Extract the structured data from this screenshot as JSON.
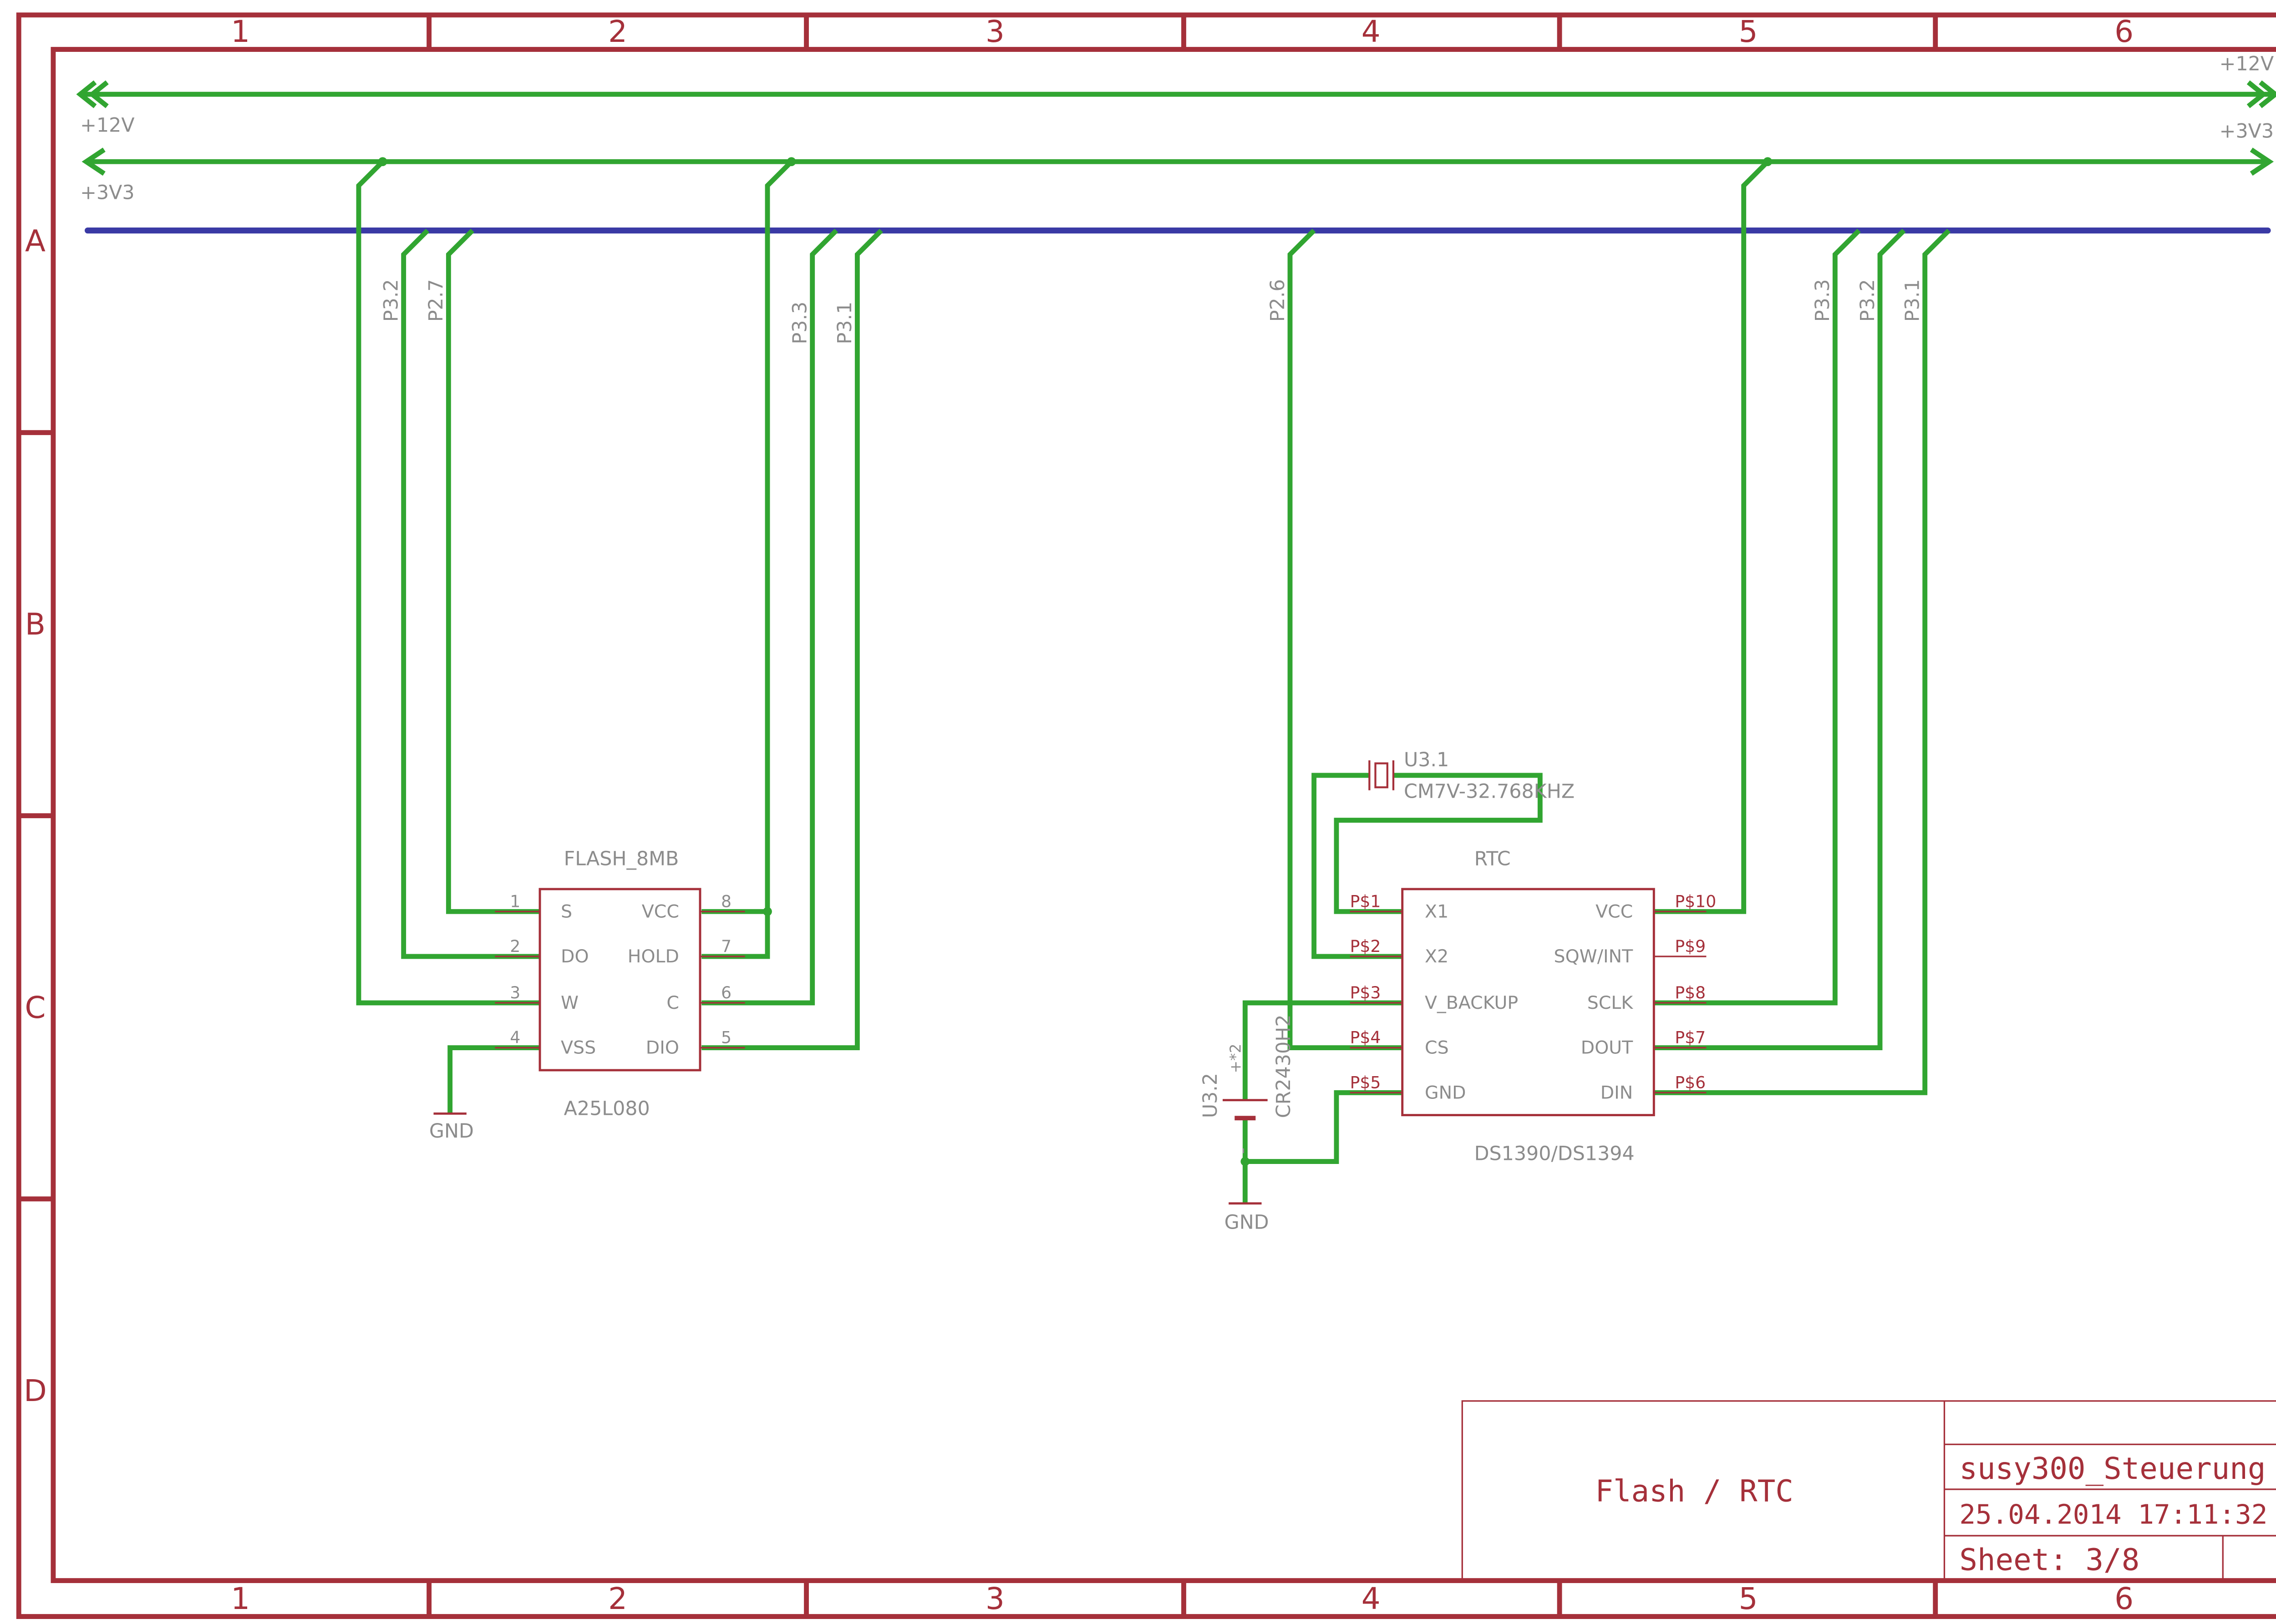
{
  "frame": {
    "columns": [
      "1",
      "2",
      "3",
      "4",
      "5",
      "6"
    ],
    "rows": [
      "A",
      "B",
      "C",
      "D"
    ]
  },
  "supplies": {
    "v12_left": "+12V",
    "v12_right": "+12V",
    "v3v3_left": "+3V3",
    "v3v3_right": "+3V3"
  },
  "bus_signals": {
    "flash_w": "P3.2",
    "flash_s": "P2.7",
    "flash_c": "P3.3",
    "flash_dio": "P3.1",
    "rtc_cs": "P2.6",
    "rtc_sclk": "P3.3",
    "rtc_dout": "P3.2",
    "rtc_din": "P3.1"
  },
  "flash": {
    "name": "FLASH_8MB",
    "value": "A25L080",
    "pins_left": [
      {
        "num": "1",
        "name": "S"
      },
      {
        "num": "2",
        "name": "DO"
      },
      {
        "num": "3",
        "name": "W"
      },
      {
        "num": "4",
        "name": "VSS"
      }
    ],
    "pins_right": [
      {
        "num": "8",
        "name": "VCC"
      },
      {
        "num": "7",
        "name": "HOLD"
      },
      {
        "num": "6",
        "name": "C"
      },
      {
        "num": "5",
        "name": "DIO"
      }
    ],
    "gnd_label": "GND"
  },
  "rtc": {
    "name": "RTC",
    "value": "DS1390/DS1394",
    "pins_left": [
      {
        "num": "P$1",
        "name": "X1"
      },
      {
        "num": "P$2",
        "name": "X2"
      },
      {
        "num": "P$3",
        "name": "V_BACKUP"
      },
      {
        "num": "P$4",
        "name": "CS"
      },
      {
        "num": "P$5",
        "name": "GND"
      }
    ],
    "pins_right": [
      {
        "num": "P$10",
        "name": "VCC"
      },
      {
        "num": "P$9",
        "name": "SQW/INT"
      },
      {
        "num": "P$8",
        "name": "SCLK"
      },
      {
        "num": "P$7",
        "name": "DOUT"
      },
      {
        "num": "P$6",
        "name": "DIN"
      }
    ]
  },
  "crystal": {
    "name": "U3.1",
    "value": "CM7V-32.768KHZ"
  },
  "battery": {
    "name": "U3.2",
    "value": "CR2430H2",
    "plus_label": "+*2",
    "minus_label": "-",
    "gnd_label": "GND"
  },
  "title_block": {
    "title": "Flash / RTC",
    "project": "susy300_Steuerung",
    "datetime": "25.04.2014 17:11:32",
    "sheet": "Sheet: 3/8"
  }
}
